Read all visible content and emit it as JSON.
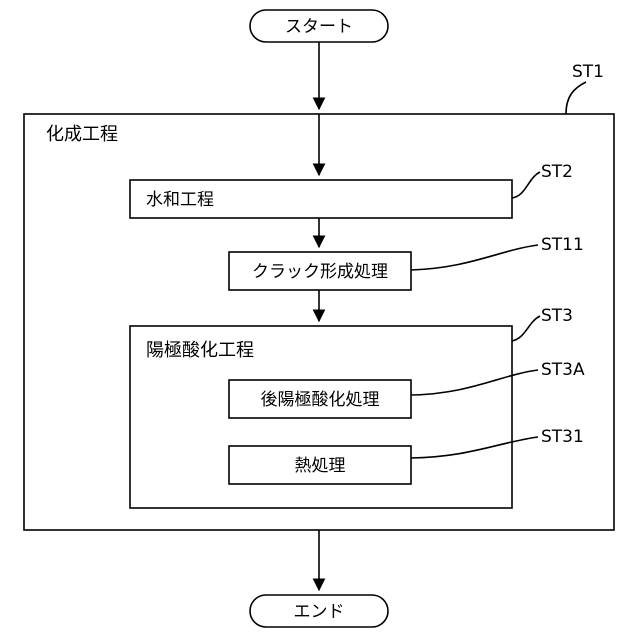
{
  "flowchart": {
    "start": "スタート",
    "end": "エンド",
    "kasei": {
      "title": "化成工程",
      "ref": "ST1"
    },
    "suiwa": {
      "label": "水和工程",
      "ref": "ST2"
    },
    "crack": {
      "label": "クラック形成処理",
      "ref": "ST11"
    },
    "anodize": {
      "title": "陽極酸化工程",
      "ref": "ST3"
    },
    "post_anodize": {
      "label": "後陽極酸化処理",
      "ref": "ST3A"
    },
    "heat": {
      "label": "熱処理",
      "ref": "ST31"
    }
  }
}
